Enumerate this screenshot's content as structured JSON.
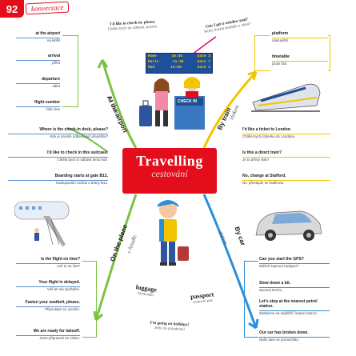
{
  "header": {
    "page_number": "92",
    "topic": "konverzace"
  },
  "center": {
    "title": "Travelling",
    "subtitle": "cestování"
  },
  "branches": {
    "airport": {
      "label": "At the airport",
      "cz": "na letišti"
    },
    "train": {
      "label": "By train",
      "cz": "vlakem"
    },
    "plane": {
      "label": "On the plane",
      "cz": "v letadle"
    },
    "car": {
      "label": "By car",
      "cz": "autem"
    }
  },
  "top_notes": {
    "checkin": {
      "en": "I'd like to check-in, please.",
      "cz": "Chtěla bych se odbavit, prosím."
    },
    "window": {
      "en": "Can I get a window seat?",
      "cz": "Mohu dostat sedadlo u okna?"
    }
  },
  "airport_words": [
    {
      "en": "at the airport",
      "cz": "na letišti"
    },
    {
      "en": "arrival",
      "cz": "přílet"
    },
    {
      "en": "departure",
      "cz": "odlet"
    },
    {
      "en": "flight number",
      "cz": "číslo letu"
    }
  ],
  "airport_phrases": [
    {
      "en": "Where is the check-in desk, please?",
      "cz": "Kde je prosím odbavovací přepážka?"
    },
    {
      "en": "I'd like to check in this suitcase.",
      "cz": "Chtěla bych si odbavit tento kufr."
    },
    {
      "en": "Boarding starts at gate B12.",
      "cz": "Nastupování začíná u brány B12."
    }
  ],
  "train_words": [
    {
      "en": "platform",
      "cz": "nástupiště"
    },
    {
      "en": "timetable",
      "cz": "jízdní řád"
    }
  ],
  "train_phrases": [
    {
      "en": "I'd like a ticket to London.",
      "cz": "Chtěla bych jízdenku do Londýna."
    },
    {
      "en": "Is this a direct train?",
      "cz": "Je to přímý vlak?"
    },
    {
      "en": "No, change at Stafford.",
      "cz": "Ne, přestupte ve Staffordu."
    }
  ],
  "plane_phrases": [
    {
      "en": "Is the flight on time?",
      "cz": "Letí to na čas?"
    },
    {
      "en": "Your flight is delayed.",
      "cz": "Váš let má zpoždění."
    },
    {
      "en": "Fasten your seatbelt, please.",
      "cz": "Připoutejte se, prosím."
    },
    {
      "en": "We are ready for takeoff.",
      "cz": "Jsme připraveni ke vzletu."
    }
  ],
  "car_phrases": [
    {
      "en": "Can you start the GPS?",
      "cz": "Můžeš zapnout navigaci?"
    },
    {
      "en": "Slow down a bit.",
      "cz": "Zpomal trochu."
    },
    {
      "en": "Let's stop at the nearest petrol station.",
      "cz": "Zastavme na nejbližší čerpací stanici."
    },
    {
      "en": "Our car has broken down.",
      "cz": "Naše auto se porouchalo."
    }
  ],
  "bottom_notes": {
    "luggage": {
      "en": "luggage",
      "cz": "zavazadlo"
    },
    "passport": {
      "en": "passport",
      "cz": "cestovní pas"
    },
    "holidays": {
      "en": "I'm going on holidays!",
      "cz": "Jedu na prázdniny!"
    }
  },
  "board": {
    "rows": [
      {
        "city": "Rome",
        "time": "10:45",
        "gate": "Gate 3"
      },
      {
        "city": "Paris",
        "time": "11:30",
        "gate": "Gate 7"
      },
      {
        "city": "Mad",
        "time": "13:00",
        "gate": "Gate 1"
      }
    ],
    "desk": "CHECK IN"
  },
  "colors": {
    "red": "#e30d1b",
    "green": "#7cc242",
    "yellow": "#f2c500",
    "blue": "#2b8fd8",
    "magenta": "#e2007a"
  }
}
